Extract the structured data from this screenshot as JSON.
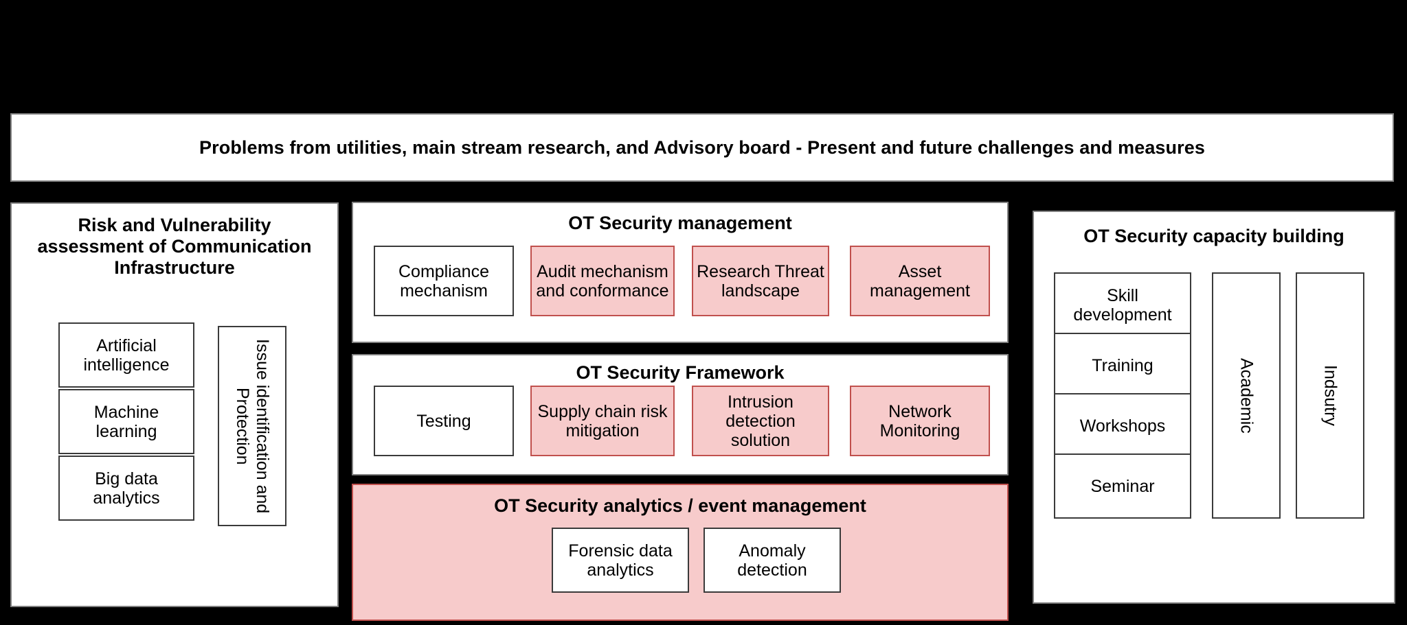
{
  "banner": {
    "text": "Problems from utilities, main stream research, and Advisory board - Present and future challenges and measures"
  },
  "left_panel": {
    "title": "Risk and Vulnerability assessment of Communication Infrastructure",
    "nodes": [
      {
        "label": "Artificial intelligence"
      },
      {
        "label": "Machine learning"
      },
      {
        "label": "Big data analytics"
      }
    ],
    "vertical_node": {
      "label": "Issue identification and Protection"
    }
  },
  "ot_security_management": {
    "title": "OT Security management",
    "nodes": [
      {
        "label": "Compliance mechanism",
        "highlighted": false
      },
      {
        "label": "Audit mechanism and conformance",
        "highlighted": true
      },
      {
        "label": "Research Threat landscape",
        "highlighted": true
      },
      {
        "label": "Asset management",
        "highlighted": true
      }
    ]
  },
  "ot_security_framework": {
    "title": "OT Security Framework",
    "nodes": [
      {
        "label": "Testing",
        "highlighted": false
      },
      {
        "label": "Supply chain risk mitigation",
        "highlighted": true
      },
      {
        "label": "Intrusion detection solution",
        "highlighted": true
      },
      {
        "label": "Network Monitoring",
        "highlighted": true
      }
    ]
  },
  "ot_security_analytics": {
    "title": "OT Security analytics / event management",
    "nodes": [
      {
        "label": "Forensic data analytics"
      },
      {
        "label": "Anomaly detection"
      }
    ]
  },
  "capacity_building": {
    "title": "OT Security capacity building",
    "nodes": [
      {
        "label": "Skill development"
      },
      {
        "label": "Training"
      },
      {
        "label": "Workshops"
      },
      {
        "label": "Seminar"
      }
    ],
    "vertical_nodes": [
      {
        "label": "Academic"
      },
      {
        "label": "Indsutry"
      }
    ]
  },
  "colors": {
    "background": "#000000",
    "panel_background": "#FFFFFF",
    "highlight_fill": "#F7CBCB",
    "highlight_border": "#C0504D",
    "node_border": "#3A3A3A"
  }
}
